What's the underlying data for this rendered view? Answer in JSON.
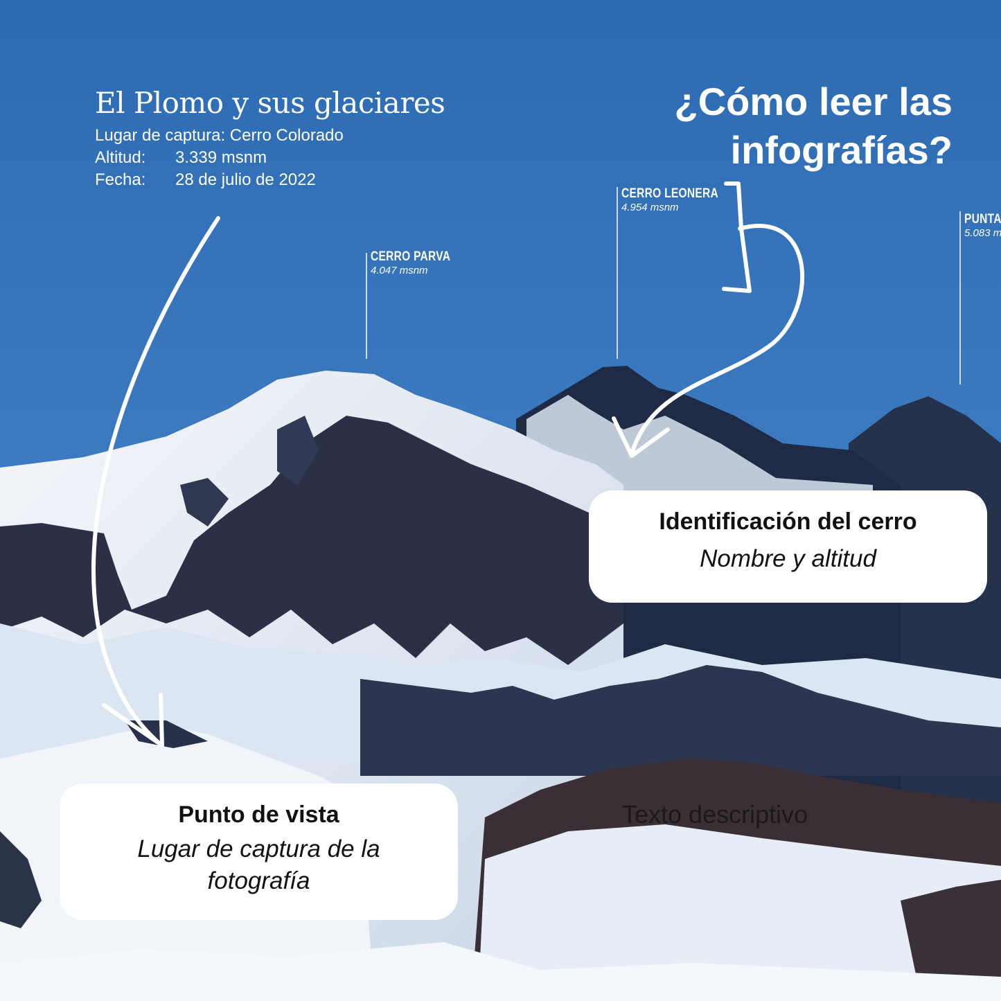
{
  "caption": {
    "title": "El Plomo y sus glaciares",
    "lugar": "Lugar de captura: Cerro Colorado",
    "altitud_label": "Altitud:",
    "altitud_value": "3.339 msnm",
    "fecha_label": "Fecha:",
    "fecha_value": "28 de julio de 2022"
  },
  "howto": {
    "line1": "¿Cómo leer las",
    "line2": "infografías?"
  },
  "peaks": [
    {
      "name": "CERRO PARVA",
      "alt": "4.047 msnm"
    },
    {
      "name": "CERRO LEONERA",
      "alt": "4.954 msnm"
    },
    {
      "name": "PUNTA",
      "alt": "5.083 m"
    }
  ],
  "cards": {
    "identificacion": {
      "title": "Identificación del cerro",
      "subtitle": "Nombre y altitud"
    },
    "punto_vista": {
      "title": "Punto de vista",
      "subtitle_line1": "Lugar de captura de la",
      "subtitle_line2": "fotografía"
    }
  },
  "overlay_text": "Texto descriptivo",
  "colors": {
    "sky_top": "#2f6fb5",
    "sky_bottom": "#4b8ad0",
    "rock_dark": "#1d2840",
    "snow": "#eef3f9"
  }
}
